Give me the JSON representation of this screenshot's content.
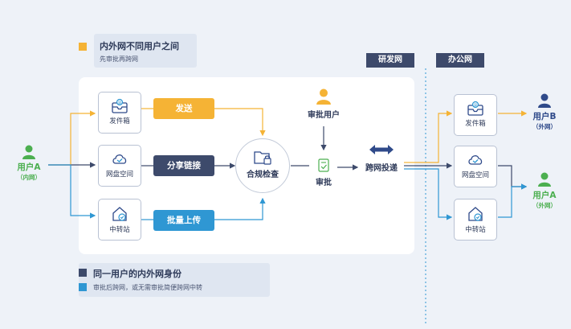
{
  "legend_top": {
    "title": "内外网不同用户之间",
    "subtitle": "先审批再跨网",
    "color": "#f5b335"
  },
  "legend_bottom": {
    "title": "同一用户的内外网身份",
    "subtitle": "审批后跨网，或无需审批简便跨网中转",
    "title_color": "#3d4a6b",
    "subtitle_color": "#2f97d3"
  },
  "zones": {
    "dev": "研发网",
    "office": "办公网"
  },
  "users": {
    "internal_a": {
      "name": "用户A",
      "tag": "（内网）"
    },
    "external_b": {
      "name": "用户B",
      "tag": "（外网）"
    },
    "external_a": {
      "name": "用户A",
      "tag": "（外网）"
    },
    "approver": {
      "name": "审批用户"
    }
  },
  "inner_cards": [
    {
      "label": "发件箱",
      "icon": "outbox-icon"
    },
    {
      "label": "网盘空间",
      "icon": "cloud-drive-icon"
    },
    {
      "label": "中转站",
      "icon": "transfer-station-icon"
    }
  ],
  "outer_cards": [
    {
      "label": "发件箱",
      "icon": "outbox-icon"
    },
    {
      "label": "网盘空间",
      "icon": "cloud-drive-icon"
    },
    {
      "label": "中转站",
      "icon": "transfer-station-icon"
    }
  ],
  "actions": [
    {
      "label": "发送",
      "color": "#f5b335"
    },
    {
      "label": "分享链接",
      "color": "#3d4a6b"
    },
    {
      "label": "批量上传",
      "color": "#2f97d3"
    }
  ],
  "nodes": {
    "compliance": "合规检查",
    "approve": "审批",
    "delivery": "跨网投递"
  },
  "colors": {
    "green": "#4caf50",
    "navy": "#2f4a8a",
    "orange": "#f5b335",
    "dark": "#3d4a6b",
    "blue": "#2f97d3",
    "dotted_divider": "#2f97d3"
  }
}
